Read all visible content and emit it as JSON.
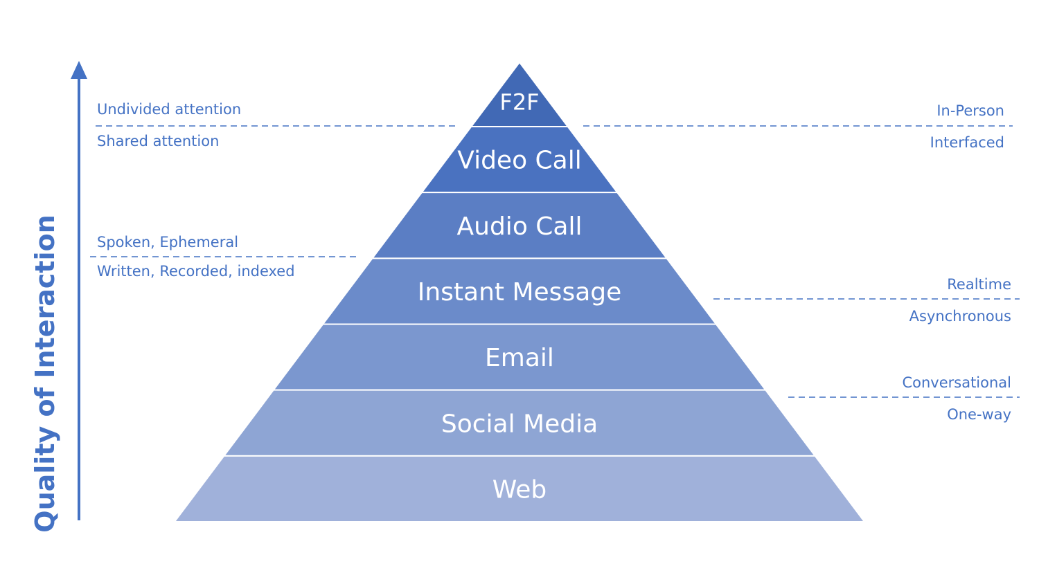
{
  "pyramid": {
    "tiers": [
      {
        "label": "F2F",
        "color": "#4169b5"
      },
      {
        "label": "Video Call",
        "color": "#4a72c0"
      },
      {
        "label": "Audio Call",
        "color": "#5b7ec4"
      },
      {
        "label": "Instant Message",
        "color": "#6b8bca"
      },
      {
        "label": "Email",
        "color": "#7b97cf"
      },
      {
        "label": "Social Media",
        "color": "#8ea5d4"
      },
      {
        "label": "Web",
        "color": "#a0b1da"
      }
    ]
  },
  "axis": {
    "label": "Quality of Interaction",
    "color": "#4472c4"
  },
  "left_annotations": [
    {
      "above": "Undivided attention",
      "below": "Shared attention"
    },
    {
      "above": "Spoken, Ephemeral",
      "below": "Written, Recorded, indexed"
    }
  ],
  "right_annotations": [
    {
      "above": "In-Person",
      "below": "Interfaced"
    },
    {
      "above": "Realtime",
      "below": "Asynchronous"
    },
    {
      "above": "Conversational",
      "below": "One-way"
    }
  ]
}
